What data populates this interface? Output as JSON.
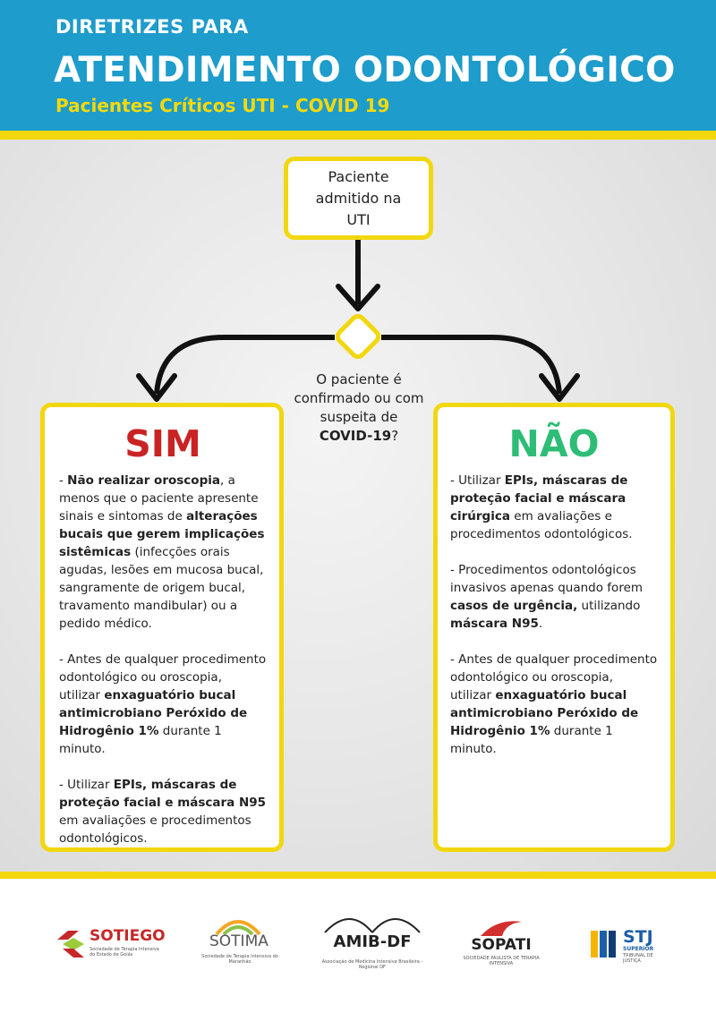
{
  "header": {
    "line1": "DIRETRIZES PARA",
    "line2": "ATENDIMENTO ODONTOLÓGICO",
    "line3": "Pacientes Críticos UTI - COVID 19"
  },
  "flow": {
    "start": "Paciente admitido na UTI",
    "question_prefix": "O paciente é confirmado ou com suspeita de ",
    "question_bold": "COVID-19",
    "question_suffix": "?"
  },
  "yes": {
    "title": "SIM",
    "p1": [
      {
        "t": "- ",
        "b": false
      },
      {
        "t": "Não realizar oroscopia",
        "b": true
      },
      {
        "t": ", a menos que o paciente apresente sinais e sintomas de ",
        "b": false
      },
      {
        "t": "alterações bucais que gerem implicações sistêmicas",
        "b": true
      },
      {
        "t": " (infecções orais agudas, lesões em mucosa bucal, sangramente de origem bucal, travamento mandibular) ou a pedido médico.",
        "b": false
      }
    ],
    "p2": [
      {
        "t": "- Antes de qualquer procedimento odontológico ou oroscopia, utilizar ",
        "b": false
      },
      {
        "t": "enxaguatório bucal antimicrobiano Peróxido de Hidrogênio 1%",
        "b": true
      },
      {
        "t": " durante 1 minuto.",
        "b": false
      }
    ],
    "p3": [
      {
        "t": "- Utilizar ",
        "b": false
      },
      {
        "t": "EPIs, máscaras de proteção facial e máscara N95",
        "b": true
      },
      {
        "t": " em avaliações e procedimentos odontológicos.",
        "b": false
      }
    ]
  },
  "no": {
    "title": "NÃO",
    "p1": [
      {
        "t": "- Utilizar ",
        "b": false
      },
      {
        "t": "EPIs, máscaras de proteção facial e máscara cirúrgica",
        "b": true
      },
      {
        "t": " em avaliações e procedimentos odontológicos.",
        "b": false
      }
    ],
    "p2": [
      {
        "t": "- Procedimentos odontológicos invasivos apenas quando forem ",
        "b": false
      },
      {
        "t": "casos de urgência,",
        "b": true
      },
      {
        "t": " utilizando ",
        "b": false
      },
      {
        "t": "máscara N95",
        "b": true
      },
      {
        "t": ".",
        "b": false
      }
    ],
    "p3": [
      {
        "t": "- Antes de qualquer procedimento odontológico ou oroscopia, utilizar ",
        "b": false
      },
      {
        "t": "enxaguatório bucal antimicrobiano Peróxido de Hidrogênio 1%",
        "b": true
      },
      {
        "t": " durante 1 minuto.",
        "b": false
      }
    ]
  },
  "logos": {
    "sotiego": {
      "name": "SOTIEGO",
      "sub": "Sociedade de Terapia Intensiva do Estado de Goiás"
    },
    "sotima": {
      "name": "SOTIMA",
      "sub": "Sociedade de Terapia Intensiva do Maranhão"
    },
    "amib": {
      "name": "AMIB-DF",
      "sub": "Associação de Medicina Intensiva Brasileira - Regional DF"
    },
    "sopati": {
      "name": "SOPATI",
      "sub": "SOCIEDADE PAULISTA DE TERAPIA INTENSIVA"
    },
    "stj": {
      "name": "STJ",
      "sub1": "SUPERIOR",
      "sub2": "TRIBUNAL DE JUSTIÇA"
    }
  },
  "colors": {
    "header_blue": "#1e9ccb",
    "accent_yellow": "#f2d70f",
    "yes_red": "#c92323",
    "no_green": "#2ebd76"
  }
}
